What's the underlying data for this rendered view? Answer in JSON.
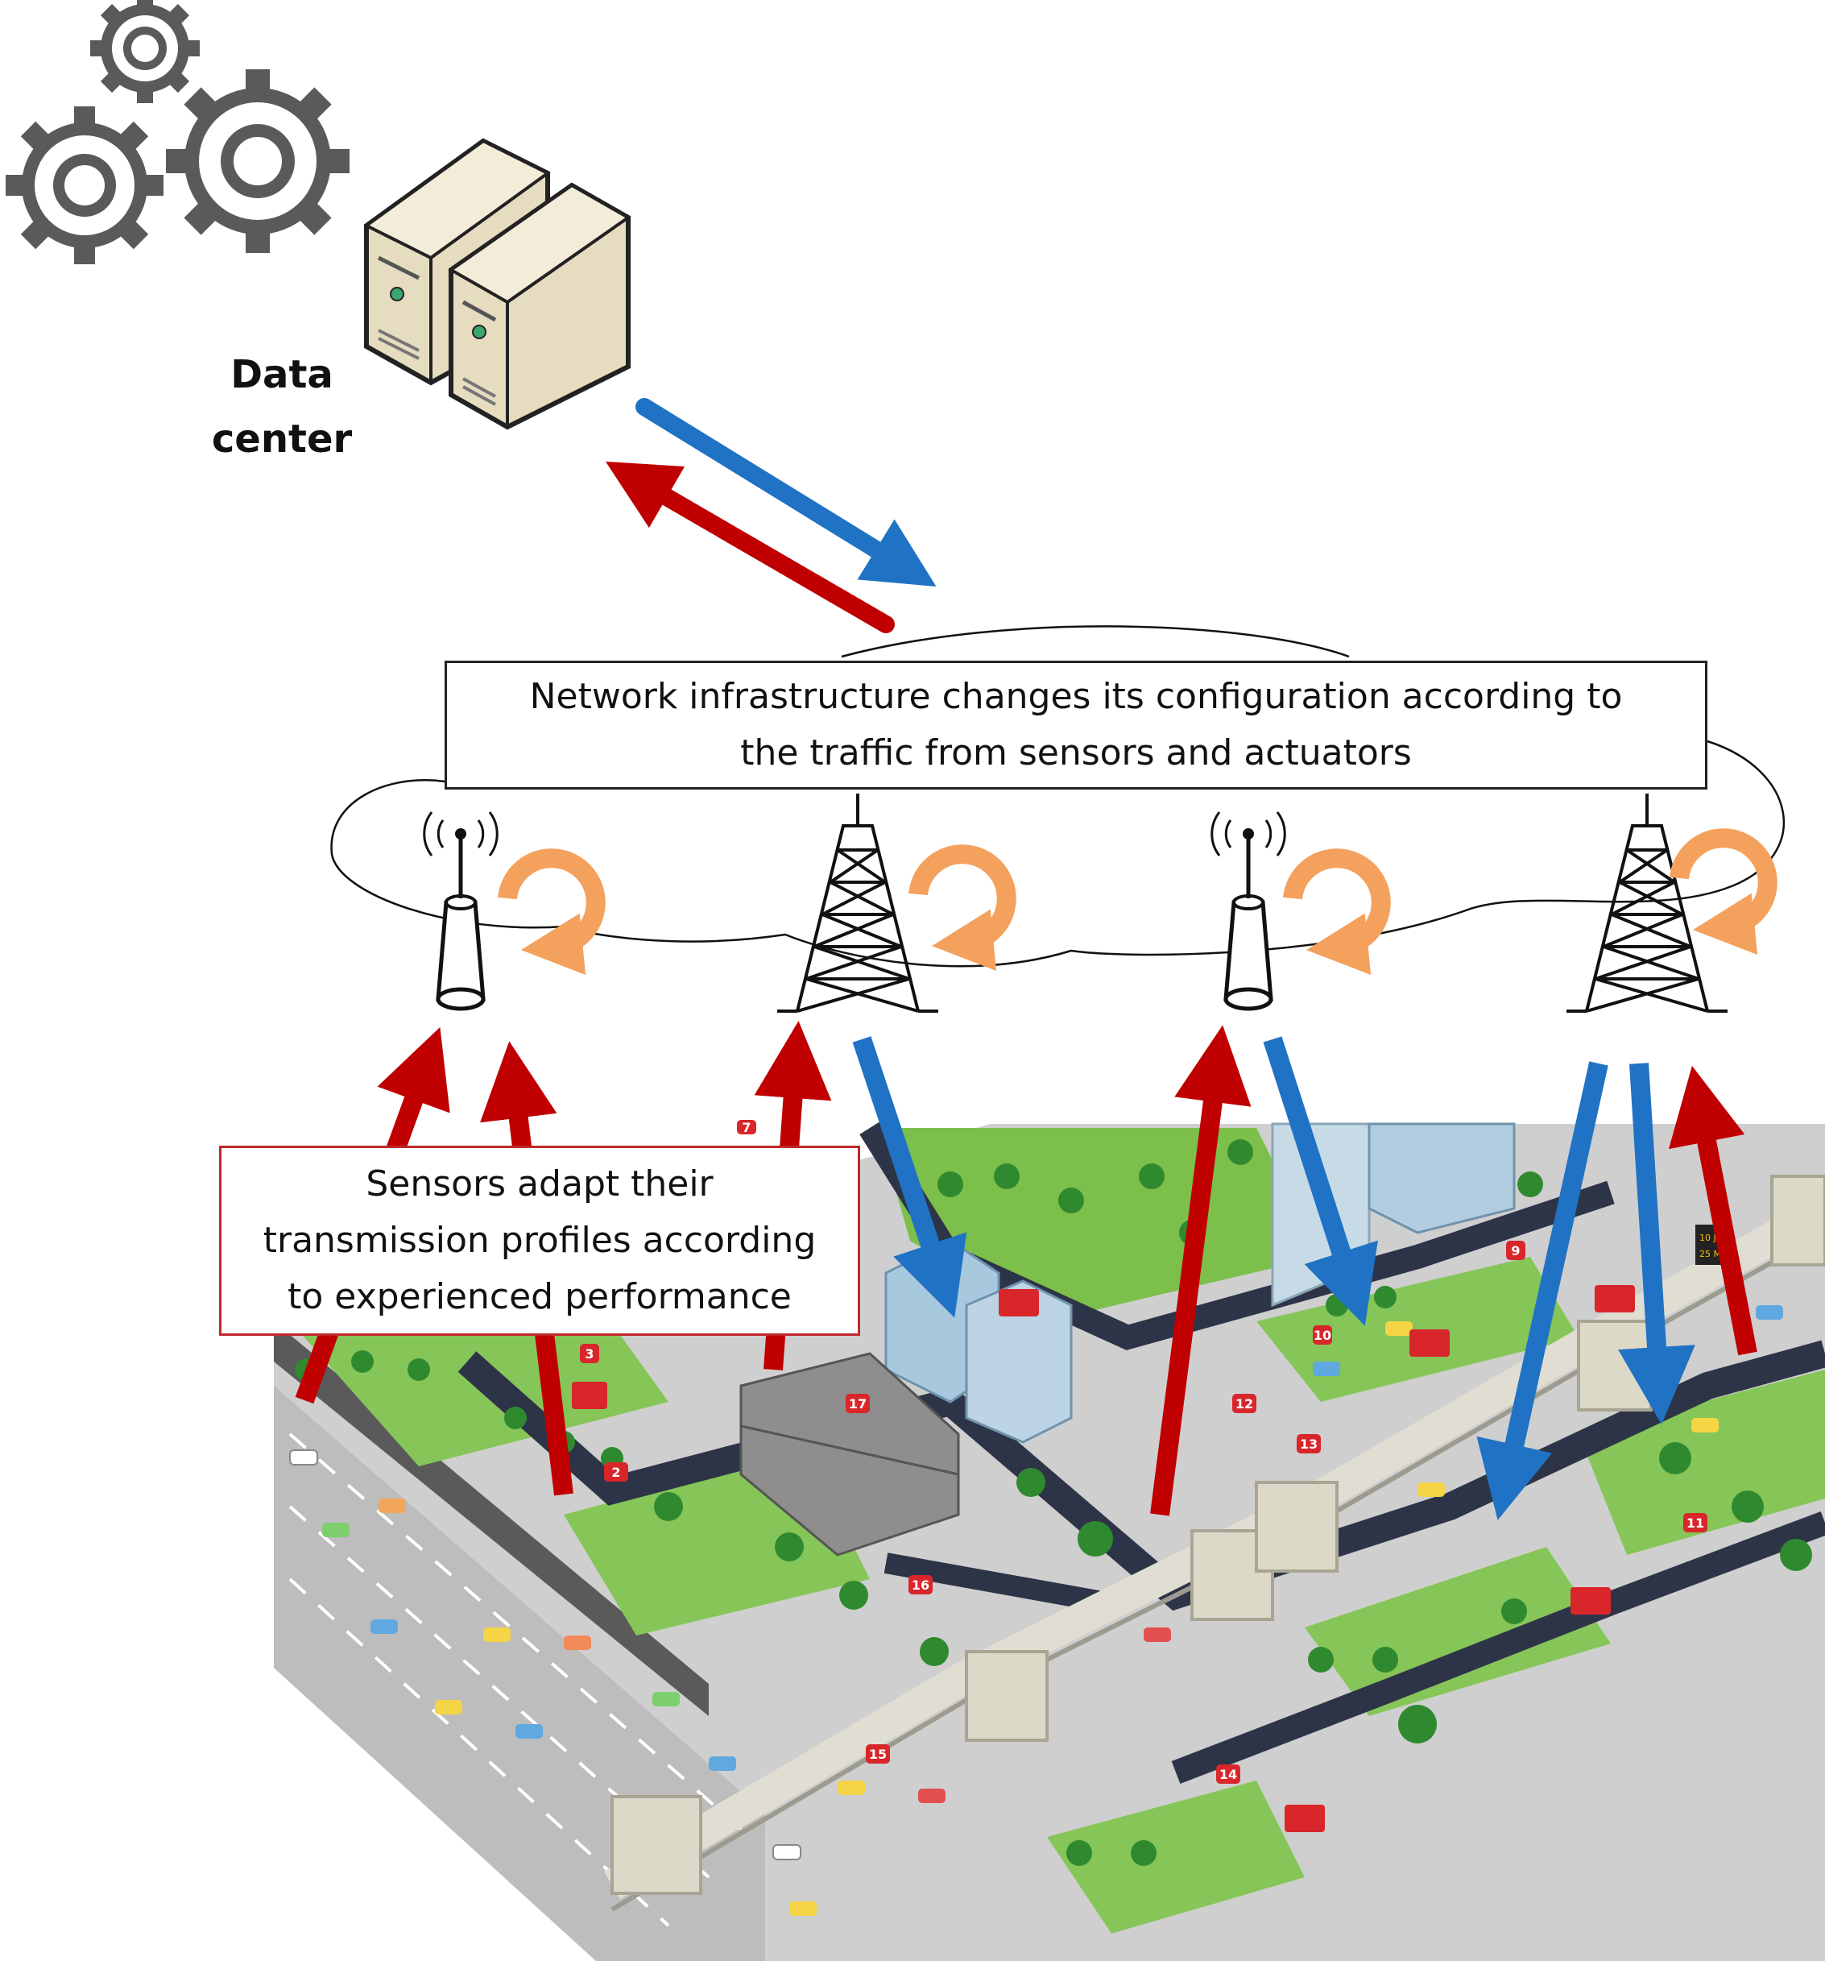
{
  "data_center": {
    "label_line1": "Data",
    "label_line2": "center"
  },
  "network_box": {
    "line1": "Network infrastructure changes its configuration according to",
    "line2": "the traffic from sensors and actuators"
  },
  "sensor_box": {
    "line1": "Sensors adapt their",
    "line2": "transmission profiles according",
    "line3": "to experienced performance"
  },
  "city_markers": [
    "2",
    "3",
    "7",
    "9",
    "10",
    "11",
    "12",
    "13",
    "14",
    "15",
    "16",
    "17"
  ],
  "city_sign": {
    "line1": "10 J",
    "line2": "25 M"
  },
  "colors": {
    "uplink": "#c00000",
    "downlink": "#1f72c4",
    "reconfigure": "#f4a15d",
    "server": "#e6dcc0",
    "gear": "#595959"
  },
  "icons": [
    "gear-icon",
    "server-icon",
    "antenna-icon",
    "cell-tower-icon",
    "refresh-icon"
  ]
}
